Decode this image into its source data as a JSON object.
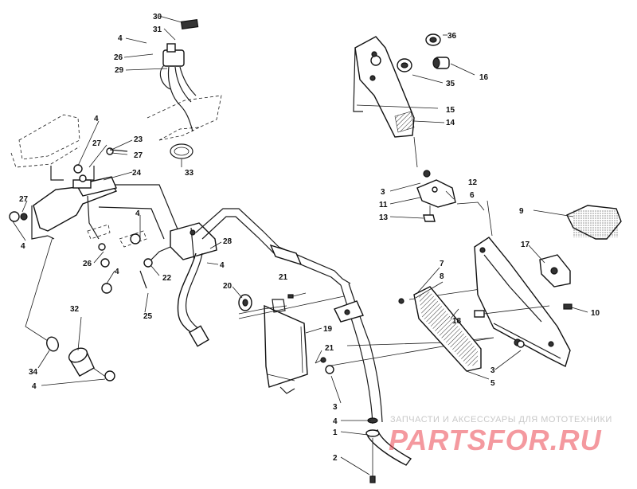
{
  "callouts": [
    {
      "id": "c30",
      "label": "30"
    },
    {
      "id": "c31",
      "label": "31"
    },
    {
      "id": "c4a",
      "label": "4"
    },
    {
      "id": "c26a",
      "label": "26"
    },
    {
      "id": "c29",
      "label": "29"
    },
    {
      "id": "c4b",
      "label": "4"
    },
    {
      "id": "c27a",
      "label": "27"
    },
    {
      "id": "c23",
      "label": "23"
    },
    {
      "id": "c27b",
      "label": "27"
    },
    {
      "id": "c33",
      "label": "33"
    },
    {
      "id": "c24",
      "label": "24"
    },
    {
      "id": "c27c",
      "label": "27"
    },
    {
      "id": "c4c",
      "label": "4"
    },
    {
      "id": "c4d",
      "label": "4"
    },
    {
      "id": "c28",
      "label": "28"
    },
    {
      "id": "c26b",
      "label": "26"
    },
    {
      "id": "c4e",
      "label": "4"
    },
    {
      "id": "c4f",
      "label": "4"
    },
    {
      "id": "c22",
      "label": "22"
    },
    {
      "id": "c25",
      "label": "25"
    },
    {
      "id": "c20",
      "label": "20"
    },
    {
      "id": "c21a",
      "label": "21"
    },
    {
      "id": "c32",
      "label": "32"
    },
    {
      "id": "c19",
      "label": "19"
    },
    {
      "id": "c21b",
      "label": "21"
    },
    {
      "id": "c34",
      "label": "34"
    },
    {
      "id": "c4g",
      "label": "4"
    },
    {
      "id": "c36",
      "label": "36"
    },
    {
      "id": "c16",
      "label": "16"
    },
    {
      "id": "c35",
      "label": "35"
    },
    {
      "id": "c15",
      "label": "15"
    },
    {
      "id": "c14",
      "label": "14"
    },
    {
      "id": "c3a",
      "label": "3"
    },
    {
      "id": "c11",
      "label": "11"
    },
    {
      "id": "c12",
      "label": "12"
    },
    {
      "id": "c6",
      "label": "6"
    },
    {
      "id": "c13",
      "label": "13"
    },
    {
      "id": "c9",
      "label": "9"
    },
    {
      "id": "c17",
      "label": "17"
    },
    {
      "id": "c7",
      "label": "7"
    },
    {
      "id": "c8",
      "label": "8"
    },
    {
      "id": "c18",
      "label": "18"
    },
    {
      "id": "c10",
      "label": "10"
    },
    {
      "id": "c3b",
      "label": "3"
    },
    {
      "id": "c5",
      "label": "5"
    },
    {
      "id": "c3c",
      "label": "3"
    },
    {
      "id": "c4h",
      "label": "4"
    },
    {
      "id": "c1",
      "label": "1"
    },
    {
      "id": "c2",
      "label": "2"
    }
  ],
  "watermark": {
    "tagline": "ЗАПЧАСТИ И АКСЕССУАРЫ ДЛЯ МОТОТЕХНИКИ",
    "logo": "PARTSFOR.RU"
  }
}
